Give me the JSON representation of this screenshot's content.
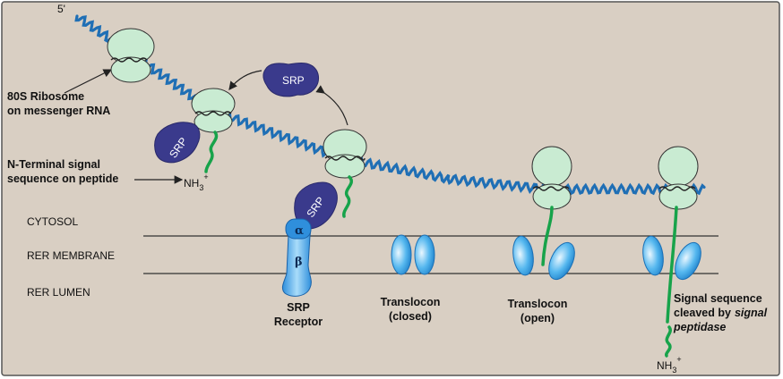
{
  "diagram": {
    "five_prime": "5'",
    "ribosome_label_1": "80S Ribosome",
    "ribosome_label_2": "on messenger RNA",
    "nterm_label_1": "N-Terminal signal",
    "nterm_label_2": "sequence on peptide",
    "nh3": "NH",
    "nh3_sub": "3",
    "nh3_sup": "+",
    "srp": "SRP",
    "alpha": "α",
    "beta": "β",
    "regions": [
      "CYTOSOL",
      "RER MEMBRANE",
      "RER LUMEN"
    ],
    "srp_receptor_1": "SRP",
    "srp_receptor_2": "Receptor",
    "translocon_closed_1": "Translocon",
    "translocon_closed_2": "(closed)",
    "translocon_open_1": "Translocon",
    "translocon_open_2": "(open)",
    "cleaved_1": "Signal sequence",
    "cleaved_2": "cleaved by",
    "cleaved_italic": "signal",
    "cleaved_3": "peptidase",
    "colors": {
      "background": "#d9cfc3",
      "mrna": "#1f6fb5",
      "ribosome": "#c9ebd2",
      "srp": "#3a3a8c",
      "peptide": "#17a34a",
      "receptor": "#3b9ee3",
      "translocon": "#3aa3e8"
    }
  }
}
